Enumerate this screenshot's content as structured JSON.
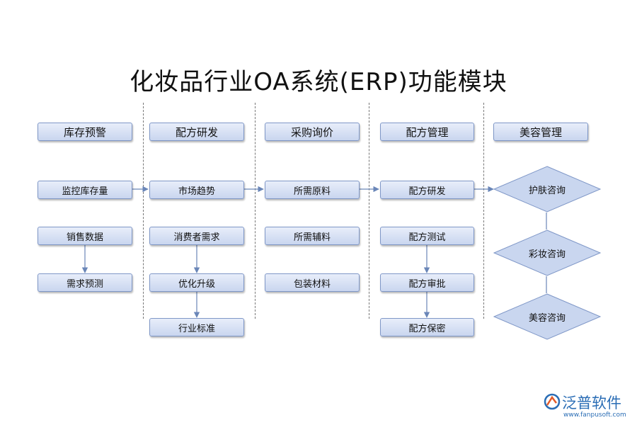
{
  "title": "化妆品行业OA系统(ERP)功能模块",
  "columns": [
    {
      "header": "库存预警",
      "items": [
        "监控库存量",
        "销售数据",
        "需求预测"
      ]
    },
    {
      "header": "配方研发",
      "items": [
        "市场趋势",
        "消费者需求",
        "优化升级",
        "行业标准"
      ]
    },
    {
      "header": "采购询价",
      "items": [
        "所需原料",
        "所需辅料",
        "包装材料"
      ]
    },
    {
      "header": "配方管理",
      "items": [
        "配方研发",
        "配方测试",
        "配方审批",
        "配方保密"
      ]
    },
    {
      "header": "美容管理",
      "items": [
        "护肤咨询",
        "彩妆咨询",
        "美容咨询"
      ]
    }
  ],
  "brand": {
    "name": "泛普软件",
    "url": "www.fanpusoft.com"
  },
  "colors": {
    "box_fill": "#c9d6ef",
    "box_border": "#7f97c7",
    "arrow": "#6a86b8",
    "brand": "#2a6db5"
  }
}
